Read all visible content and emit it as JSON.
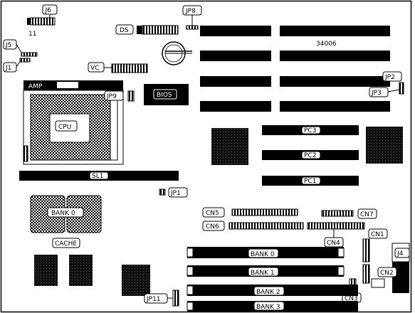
{
  "labels": {
    "j6": "J6",
    "jp8": "JP8",
    "pin11": "11",
    "ds": "DS",
    "j5": "J5",
    "j1": "J1",
    "vc": "VC",
    "board_number": "34006",
    "amp": "AMP",
    "jp9": "JP9",
    "bios": "BIOS",
    "jp2": "JP2",
    "jp3": "JP3",
    "cpu": "CPU",
    "pc3": "PC3",
    "pc2": "PC2",
    "pc1": "PC1",
    "sl1": "SL1",
    "jp1": "JP1",
    "cache_bank0": "BANK 0",
    "cache": "CACHE",
    "cn5": "CN5",
    "cn7": "CN7",
    "cn6": "CN6",
    "cn4": "CN4",
    "cn1": "CN1",
    "j4": "J4",
    "simm_bank0": "BANK 0",
    "simm_bank1": "BANK 1",
    "cn2": "CN2",
    "simm_bank2": "BANK 2",
    "cn3": "CN3",
    "jp11": "JP11",
    "simm_bank3": "BANK 3"
  }
}
